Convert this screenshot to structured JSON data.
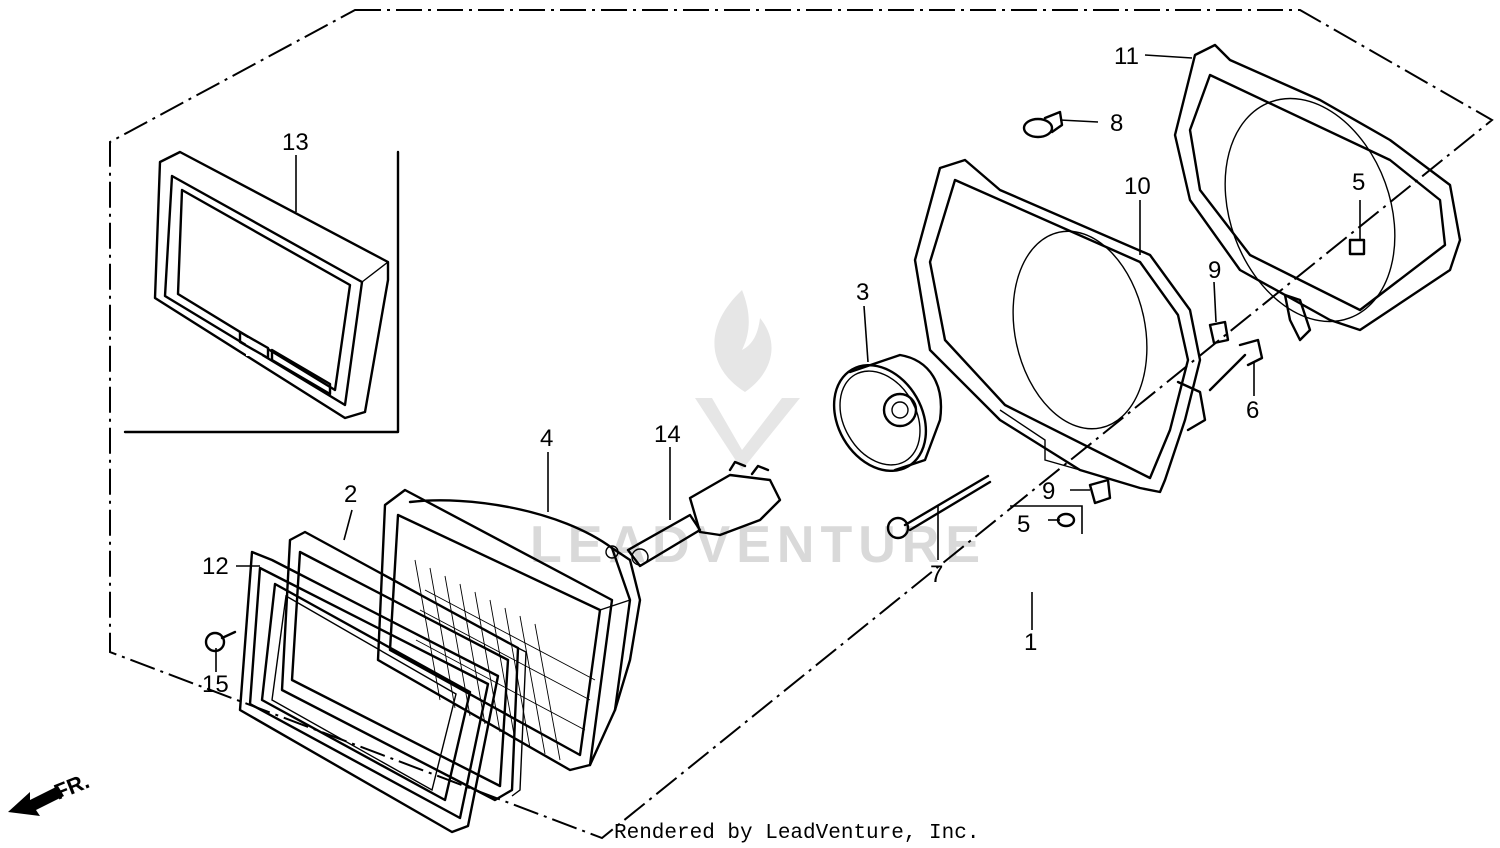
{
  "callouts": [
    {
      "id": "c1",
      "text": "1"
    },
    {
      "id": "c2",
      "text": "2"
    },
    {
      "id": "c3",
      "text": "3"
    },
    {
      "id": "c4",
      "text": "4"
    },
    {
      "id": "c5a",
      "text": "5"
    },
    {
      "id": "c5b",
      "text": "5"
    },
    {
      "id": "c6",
      "text": "6"
    },
    {
      "id": "c7",
      "text": "7"
    },
    {
      "id": "c8",
      "text": "8"
    },
    {
      "id": "c9a",
      "text": "9"
    },
    {
      "id": "c9b",
      "text": "9"
    },
    {
      "id": "c10",
      "text": "10"
    },
    {
      "id": "c11",
      "text": "11"
    },
    {
      "id": "c12",
      "text": "12"
    },
    {
      "id": "c13",
      "text": "13"
    },
    {
      "id": "c14",
      "text": "14"
    },
    {
      "id": "c15",
      "text": "15"
    }
  ],
  "direction_marker": "FR.",
  "watermark": "LEADVENTURE",
  "caption": "Rendered by LeadVenture, Inc."
}
